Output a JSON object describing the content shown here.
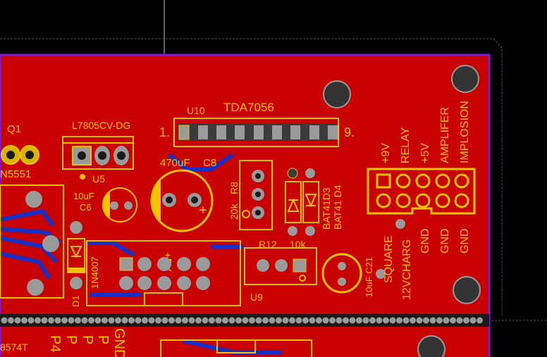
{
  "colors": {
    "background": "#000000",
    "board": "#c80000",
    "board_edge": "#7a1bd6",
    "silkscreen": "#f5c400",
    "copper_blue": "#1530c8",
    "pad_gray": "#9a9a9a",
    "hole": "#1a1a1a"
  },
  "labels": {
    "q1": "Q1",
    "q1_part": "N5551",
    "l7805": "L7805CV-DG",
    "u5": "U5",
    "u10": "U10",
    "tda": "TDA7056",
    "u10_pin_first": "1.",
    "u10_pin_last": "9.",
    "c8_value": "470uF",
    "c8": "C8",
    "r8": "R8",
    "r8_value": "20k",
    "d3": "BAT41D3",
    "d4": "BAT41 D4",
    "c6_value": "10uF",
    "c6": "C6",
    "plus5v_conn": "+5V",
    "d1_part": "1N4007",
    "d1": "D1",
    "r12": "R12",
    "r12_value": "10k",
    "u9": "U9",
    "c21": "10uF C21",
    "hdr_9v": "+9V",
    "hdr_relay": "RELAY",
    "hdr_5v": "+5V",
    "hdr_amp": "AMPLIFER",
    "hdr_impl": "IMPLOSION",
    "hdr_square": "SQUARE",
    "hdr_12v": "12VCHARG",
    "hdr_gnd1": "GND",
    "hdr_gnd2": "GND",
    "hdr_gnd3": "GND",
    "bottom_part": "8574T",
    "bottom_p4": "P4",
    "bottom_gnd": "GND",
    "bottom_p": "P",
    "plus_sign": "+"
  }
}
